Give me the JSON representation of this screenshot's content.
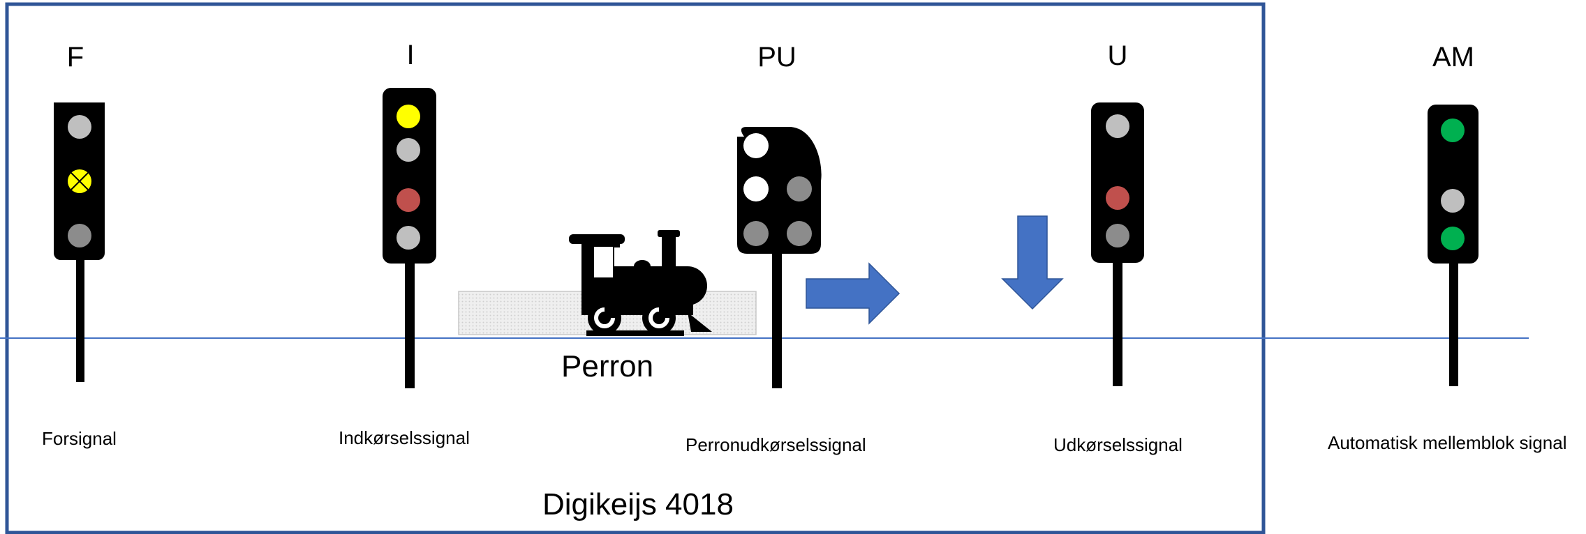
{
  "signals": [
    {
      "code": "F",
      "name": "Forsignal",
      "lamps": [
        "grey",
        "yellow-crossed",
        "dark-grey"
      ]
    },
    {
      "code": "I",
      "name": "Indkørselssignal",
      "lamps": [
        "yellow",
        "grey",
        "red",
        "grey"
      ]
    },
    {
      "code": "PU",
      "name": "Perronudkørselssignal",
      "lamps": [
        "white",
        "white",
        "dark-grey",
        "dark-grey",
        "dark-grey"
      ]
    },
    {
      "code": "U",
      "name": "Udkørselssignal",
      "lamps": [
        "grey",
        "red",
        "dark-grey"
      ]
    },
    {
      "code": "AM",
      "name": "Automatisk mellemblok signal",
      "lamps": [
        "green",
        "grey",
        "green"
      ]
    }
  ],
  "perron": {
    "label": "Perron"
  },
  "caption": "Digikeijs 4018",
  "colors": {
    "frame": "#2f5597",
    "track": "#4472c4",
    "arrow": "#4472c4",
    "signal_body": "#000000",
    "lamp_grey": "#bfbfbf",
    "lamp_dark_grey": "#8c8c8c",
    "lamp_yellow": "#ffff00",
    "lamp_red": "#c0504d",
    "lamp_green": "#00b050",
    "lamp_white": "#ffffff",
    "platform": "#e6e6e6"
  }
}
